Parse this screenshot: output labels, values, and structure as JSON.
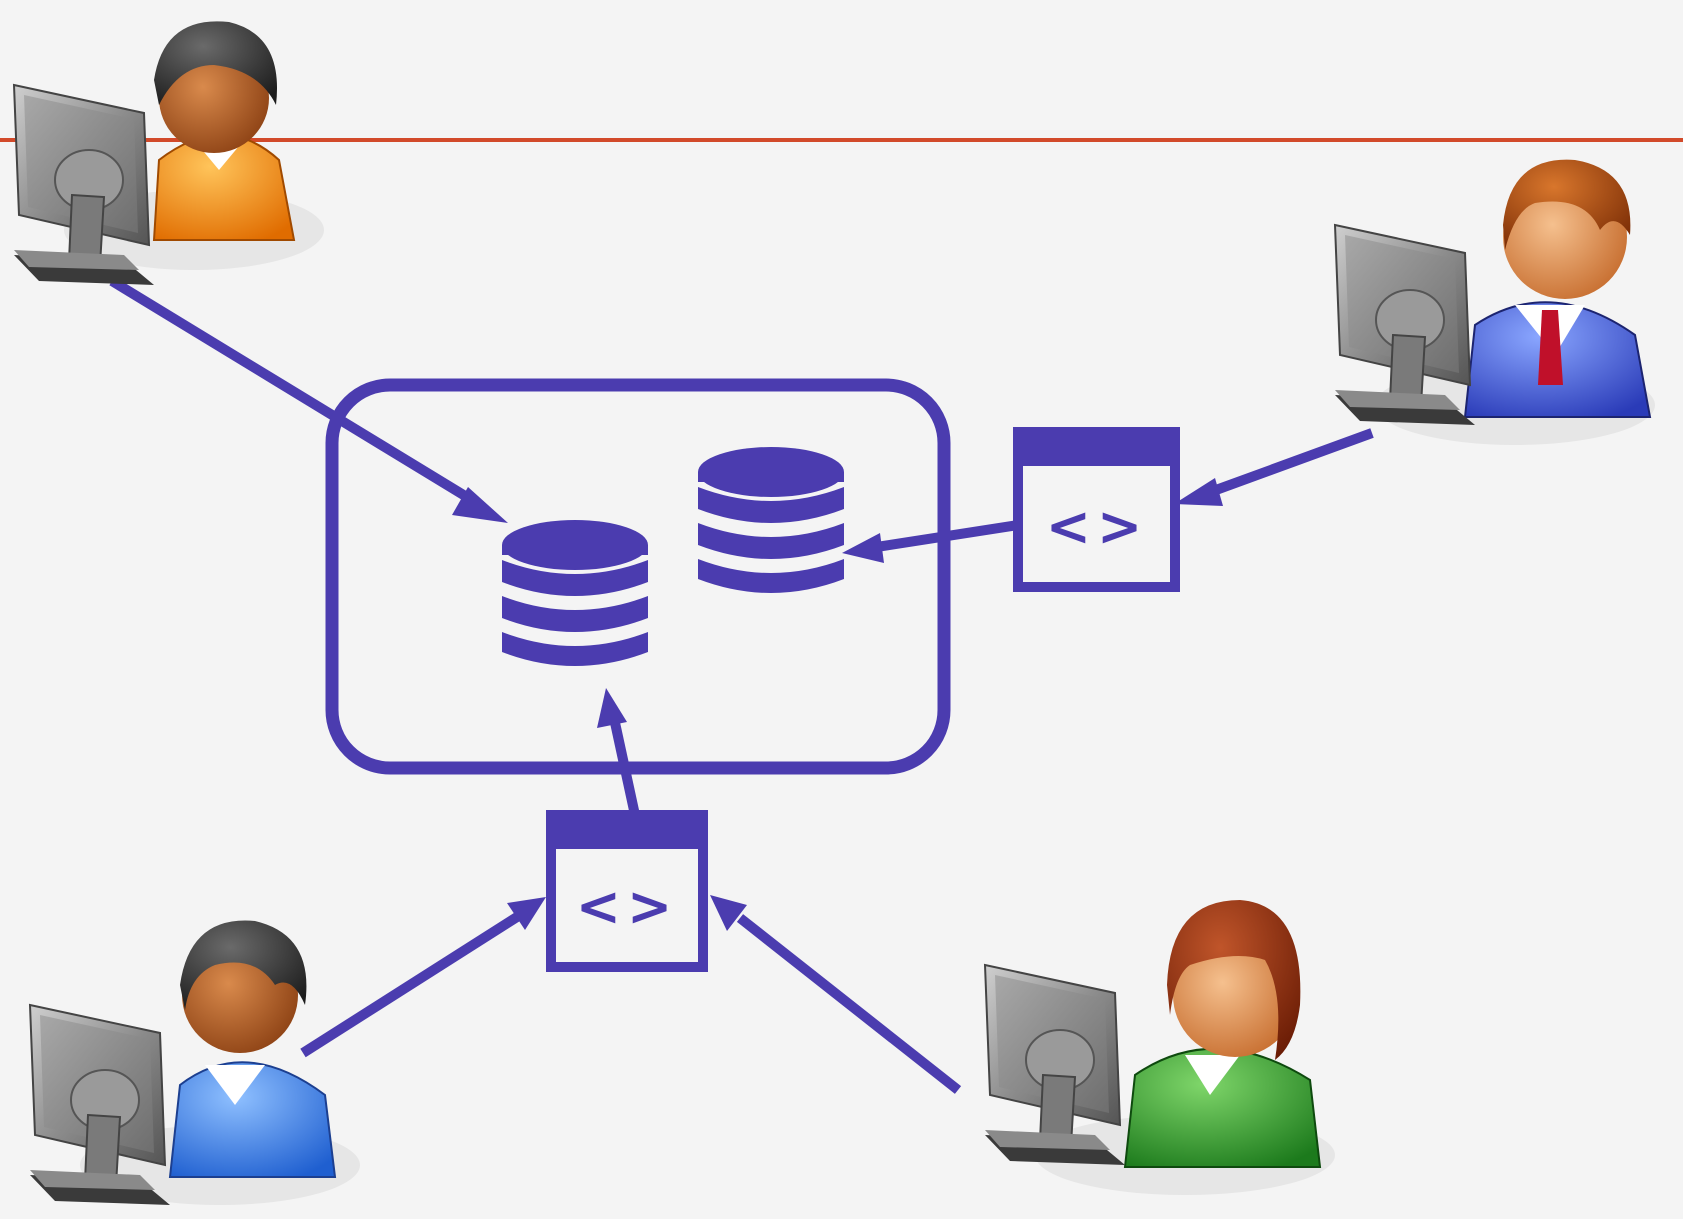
{
  "colors": {
    "background": "#f4f4f4",
    "accent": "#4b3caf",
    "rule": "#d24a2a"
  },
  "users": [
    {
      "id": "user-top-left",
      "shirt": "orange",
      "hair": "black"
    },
    {
      "id": "user-top-right",
      "shirt": "blue",
      "hair": "brown",
      "tie": "red"
    },
    {
      "id": "user-bottom-left",
      "shirt": "blue",
      "hair": "black"
    },
    {
      "id": "user-bottom-right",
      "shirt": "green",
      "hair": "auburn"
    }
  ],
  "icons": {
    "database": "database-icon",
    "code_window": "code-window-icon",
    "user": "user-at-computer-icon"
  },
  "code_window": {
    "glyph": "<>"
  }
}
